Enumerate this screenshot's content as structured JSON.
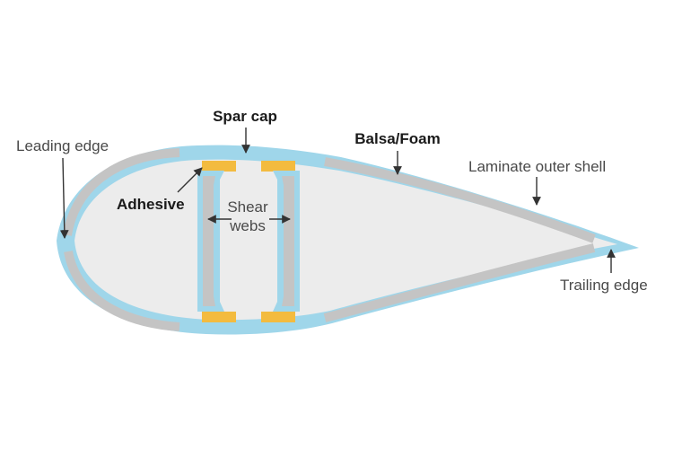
{
  "labels": {
    "spar_cap": "Spar cap",
    "leading_edge": "Leading edge",
    "balsa_foam": "Balsa/Foam",
    "laminate_outer_shell": "Laminate outer shell",
    "adhesive": "Adhesive",
    "shear": "Shear",
    "webs": "webs",
    "trailing_edge": "Trailing edge"
  },
  "colors": {
    "outer_shell": "#9fd6ea",
    "core": "#c4c4c4",
    "interior": "#ececec",
    "adhesive": "#f3bb3f",
    "arrow": "#333333",
    "label": "#4a4a4a",
    "label_bold": "#1a1a1a"
  }
}
